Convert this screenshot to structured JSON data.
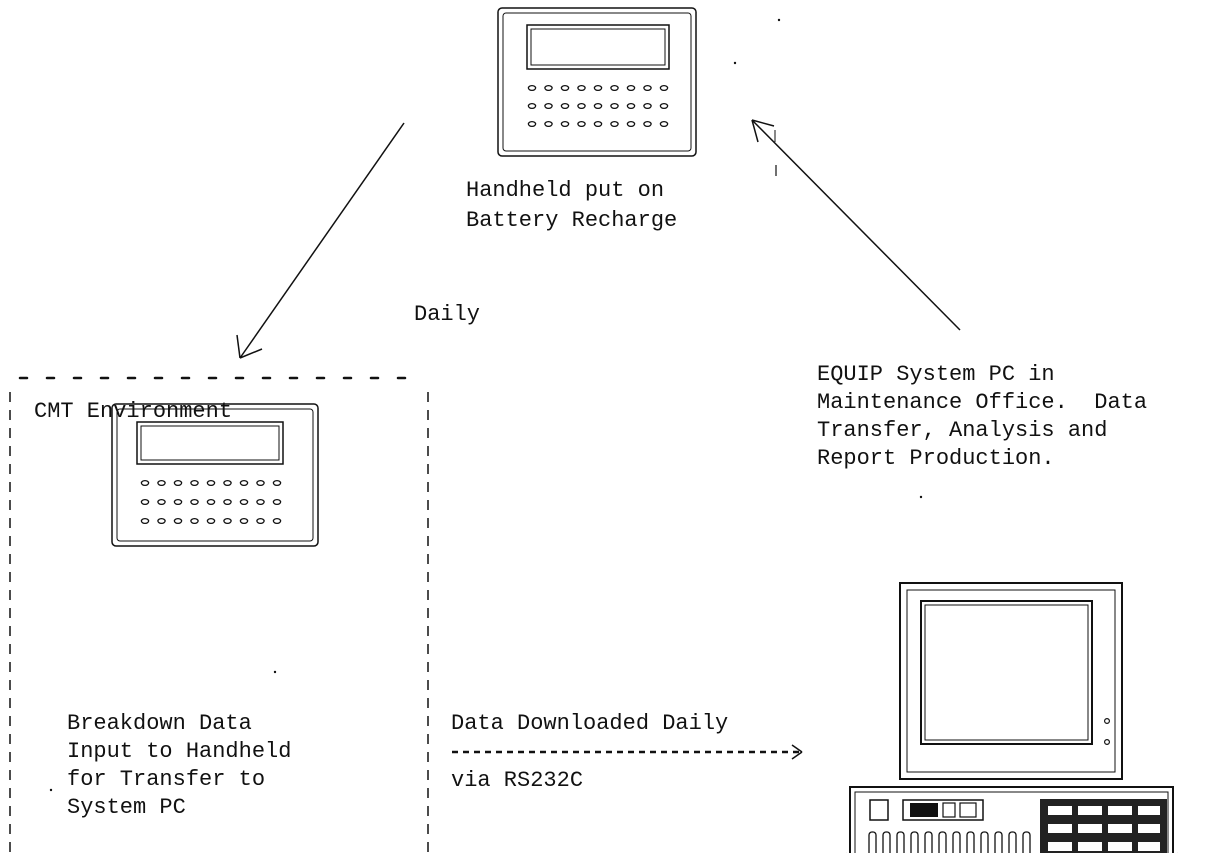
{
  "top_device": {
    "caption_line1": "Handheld put on",
    "caption_line2": "Battery Recharge"
  },
  "cycle_label": "Daily",
  "cmt_box": {
    "title": "CMT Environment",
    "caption_lines": [
      "Breakdown Data",
      "Input to Handheld",
      "for Transfer to",
      "System PC"
    ]
  },
  "transfer": {
    "label_top": "Data Downloaded Daily",
    "label_bottom": "via RS232C"
  },
  "system_pc": {
    "caption_lines": [
      "EQUIP System PC in",
      "Maintenance Office.  Data",
      "Transfer, Analysis and",
      "Report Production."
    ]
  },
  "colors": {
    "ink": "#111111",
    "background": "#ffffff"
  }
}
